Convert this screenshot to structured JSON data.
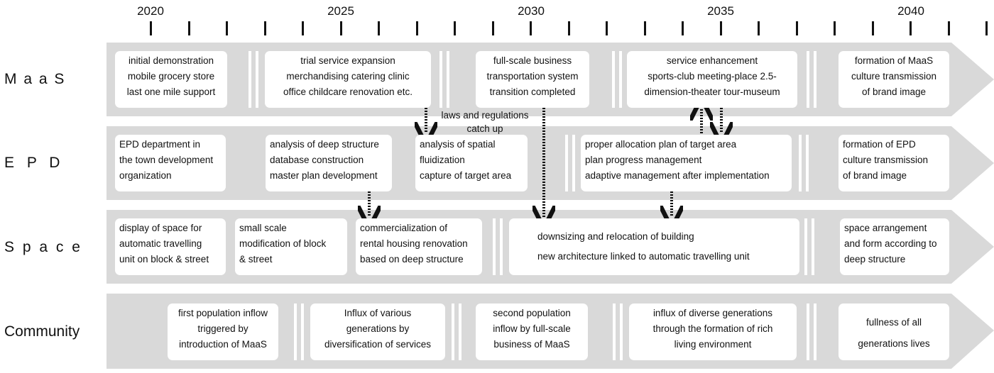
{
  "timeline": {
    "years": [
      "2020",
      "2025",
      "2030",
      "2035",
      "2040"
    ]
  },
  "rows": [
    {
      "label": "M a a S",
      "boxes": [
        {
          "lines": [
            "initial demonstration",
            "mobile grocery store",
            "last one mile support"
          ]
        },
        {
          "lines": [
            "trial service expansion",
            "merchandising catering clinic",
            "office childcare renovation etc."
          ]
        },
        {
          "lines": [
            "full-scale business",
            "transportation system",
            "transition completed"
          ]
        },
        {
          "lines": [
            "service enhancement",
            "sports-club meeting-place 2.5-",
            "dimension-theater tour-museum"
          ]
        },
        {
          "lines": [
            "formation of MaaS",
            "culture   transmission",
            "of brand image"
          ]
        }
      ]
    },
    {
      "label": "E  P  D",
      "boxes": [
        {
          "lines": [
            "EPD department in",
            "the town development",
            "organization"
          ]
        },
        {
          "lines": [
            "analysis of deep structure",
            "database construction",
            "master plan development"
          ]
        },
        {
          "lines": [
            "analysis of spatial",
            "fluidization",
            "capture of target area"
          ]
        },
        {
          "lines": [
            "proper allocation plan of target area",
            "plan progress management",
            "adaptive management after implementation"
          ]
        },
        {
          "lines": [
            "formation of EPD",
            "culture  transmission",
            "of brand image"
          ]
        }
      ]
    },
    {
      "label": "S p a c e",
      "boxes": [
        {
          "lines": [
            "display of space for",
            "automatic travelling",
            "unit on block & street"
          ]
        },
        {
          "lines": [
            "small scale",
            "modification of block",
            "& street"
          ]
        },
        {
          "lines": [
            "commercialization of",
            "rental housing renovation",
            "based on deep structure"
          ]
        },
        {
          "lines": [
            "downsizing and relocation of building",
            "new architecture linked to automatic travelling  unit"
          ]
        },
        {
          "lines": [
            "space arrangement",
            "and form according to",
            "deep structure"
          ]
        }
      ]
    },
    {
      "label": "Community",
      "boxes": [
        {
          "lines": [
            "first population inflow",
            "triggered by",
            "introduction of MaaS"
          ]
        },
        {
          "lines": [
            "Influx of various",
            "generations by",
            "diversification of services"
          ]
        },
        {
          "lines": [
            "second population",
            "inflow by full-scale",
            "business of MaaS"
          ]
        },
        {
          "lines": [
            "influx of diverse generations",
            "through the formation of rich",
            "living environment"
          ]
        },
        {
          "lines": [
            "fullness of all",
            "generations lives"
          ]
        }
      ]
    }
  ],
  "annotation": {
    "lines": [
      "laws and regulations",
      "catch up"
    ]
  },
  "colors": {
    "band": "#d9d9d9",
    "box": "#ffffff",
    "text": "#111111"
  }
}
